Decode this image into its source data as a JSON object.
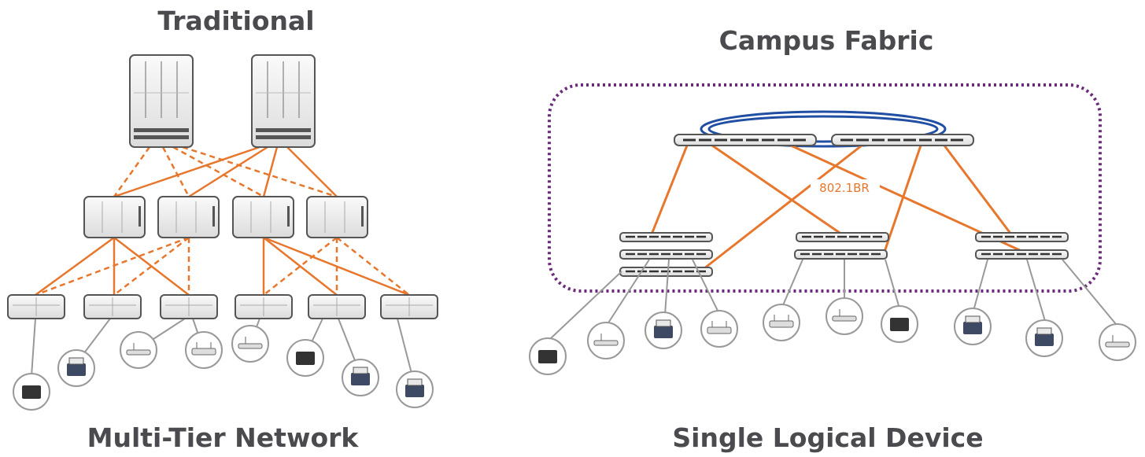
{
  "left": {
    "title": "Traditional",
    "caption": "Multi-Tier Network",
    "core_count": 2,
    "aggregation_count": 4,
    "access_count": 6,
    "endpoints": [
      "tablet-icon",
      "fax-icon",
      "access-point-icon",
      "router-icon",
      "access-point-icon",
      "tablet-icon",
      "fax-icon",
      "fax-icon"
    ]
  },
  "right": {
    "title": "Campus Fabric",
    "caption": "Single Logical Device",
    "link_label": "802.1BR",
    "endpoints": [
      "tablet-icon",
      "access-point-icon",
      "fax-icon",
      "router-icon",
      "router-icon",
      "access-point-icon",
      "tablet-icon",
      "fax-icon",
      "fax-icon",
      "access-point-icon"
    ]
  },
  "colors": {
    "title": "#4a4a4f",
    "link_orange": "#e8772e",
    "stack_ring_blue": "#1f4ea3",
    "fabric_border_purple": "#6b2a7a",
    "device_fill": "#eeeeee",
    "device_stroke": "#555555",
    "endpoint_stroke": "#999999"
  }
}
